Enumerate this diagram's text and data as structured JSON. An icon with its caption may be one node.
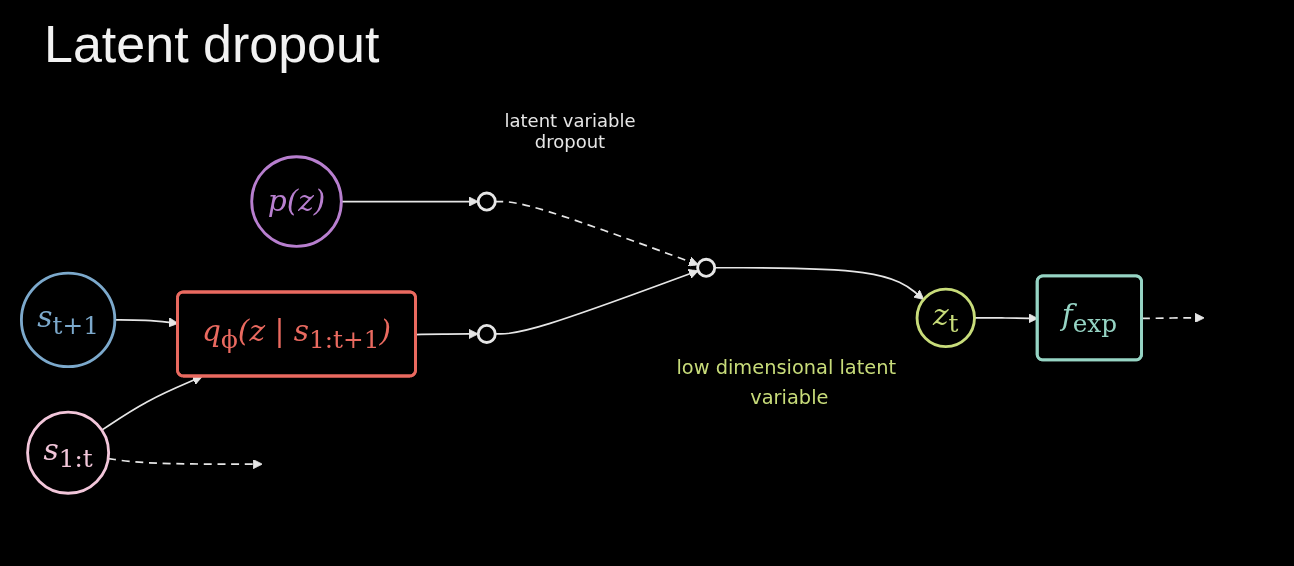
{
  "diagram": {
    "title": "Latent dropout",
    "nodes": [
      {
        "text": [
          "p(z)"
        ]
      },
      {
        "text": [],
        "shape": "circle"
      },
      {
        "text": [],
        "shape": "circle"
      },
      {
        "text": [
          "q$_{ϕ}$(z | s$_{1:t+1}$)"
        ]
      },
      {
        "text": [
          "s$_{t+1}$"
        ]
      },
      {
        "text": [],
        "shape": "circle"
      },
      {
        "text": [
          "s$_{1:t}$"
        ]
      },
      {
        "text": [
          "z$_{t}$"
        ],
        "beside": [
          "low dimensional latent variable"
        ]
      },
      {
        "text": [
          "f$_{exp}$"
        ]
      }
    ],
    "edges": [
      {
        "from": 6,
        "to": 3,
        "arrow": "to"
      },
      {
        "from": 6,
        "to": null,
        "arrow": "to",
        "style": "dashed"
      },
      {
        "from": 0,
        "to": 1,
        "arrow": "to"
      },
      {
        "from": 4,
        "to": 3,
        "arrow": "to"
      },
      {
        "from": 3,
        "to": 2,
        "arrow": "to"
      },
      {
        "from": 1,
        "to": 5,
        "arrow": "to",
        "style": "dashed"
      },
      {
        "from": 2,
        "to": 5,
        "arrow": "to"
      },
      {
        "from": 5,
        "to": 7,
        "arrow": "to"
      },
      {
        "from": 7,
        "to": 8,
        "arrow": "to"
      },
      {
        "from": 8,
        "to": null,
        "arrow": "to",
        "style": "dashed"
      }
    ],
    "labels": [
      "latent variable dropout"
    ]
  }
}
